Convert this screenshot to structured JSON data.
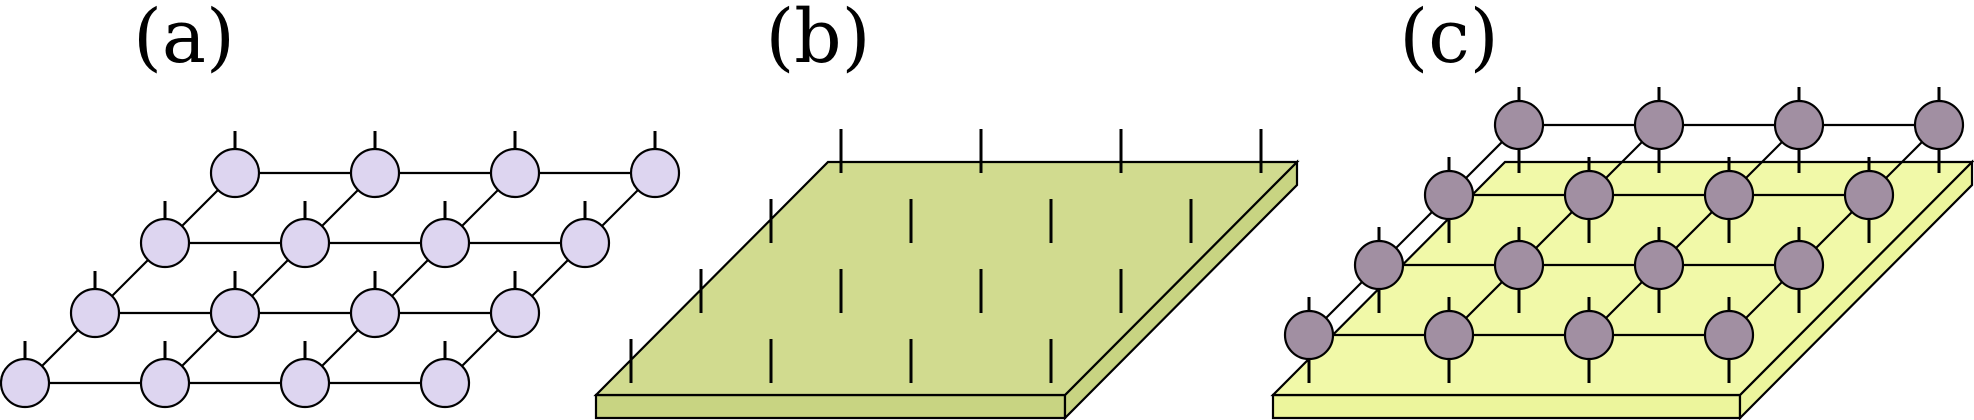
{
  "panels": [
    {
      "id": "a",
      "label": "(a)"
    },
    {
      "id": "b",
      "label": "(b)"
    },
    {
      "id": "c",
      "label": "(c)"
    }
  ],
  "grid": {
    "rows": 4,
    "cols": 4
  },
  "colors": {
    "node_a": "#ddd5f0",
    "slab_b_top": "#d1db8f",
    "slab_b_side": "#c8d482",
    "slab_c_top": "#f1f9a8",
    "slab_c_side": "#ecf59c",
    "node_c": "#a18fa2"
  }
}
